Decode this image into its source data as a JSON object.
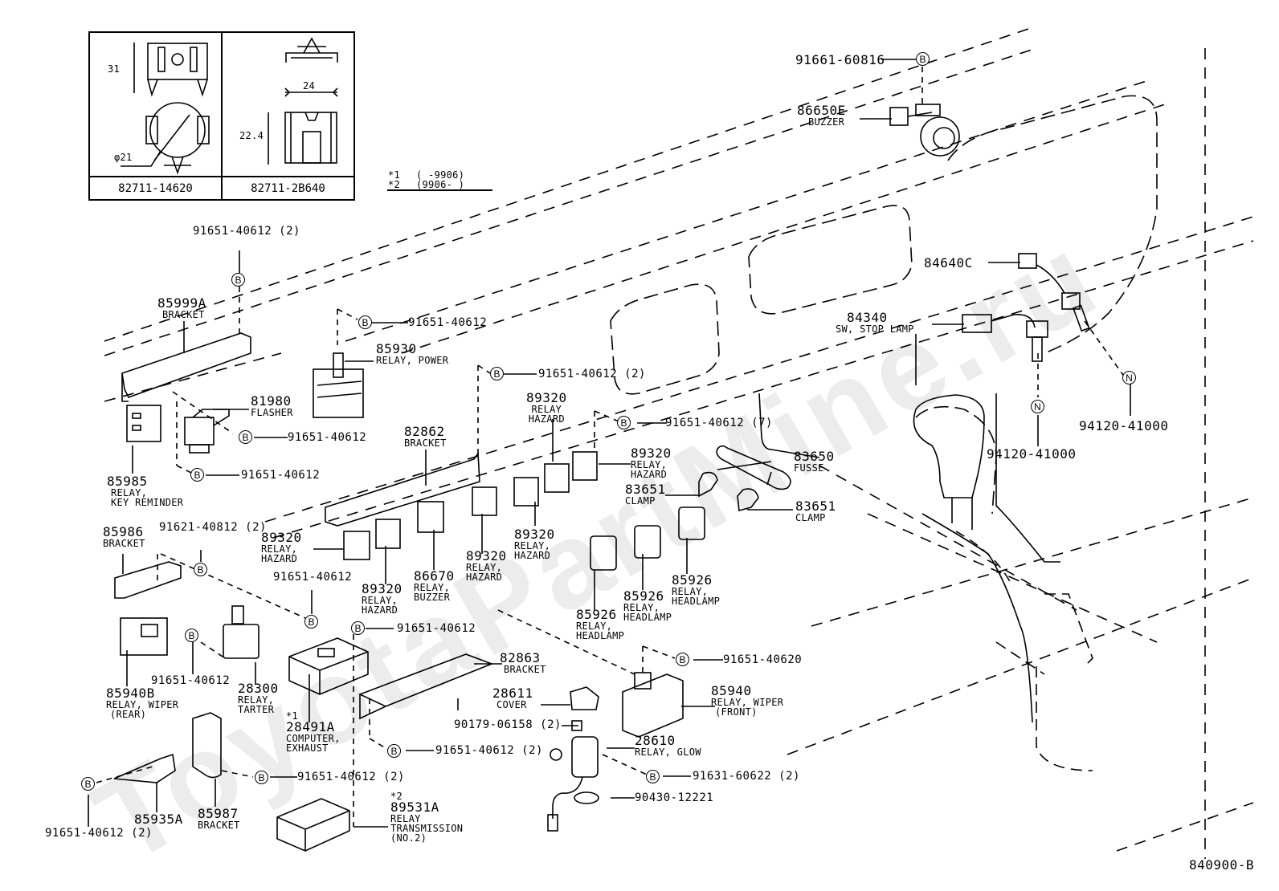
{
  "diagram": {
    "code": "840900-B",
    "watermark": "ToyotaPartMine.ru",
    "legend": [
      {
        "mark": "*1",
        "range": "(      -9906)"
      },
      {
        "mark": "*2",
        "range": "(9906-      )"
      }
    ],
    "inset": {
      "cells": [
        {
          "part": "82711-14620",
          "dims": [
            "31",
            "φ21"
          ]
        },
        {
          "part": "82711-2B640",
          "dims": [
            "24",
            "22.4"
          ]
        }
      ]
    },
    "fastener_symbols": {
      "bolt": "B",
      "nut": "N"
    },
    "parts": [
      {
        "id": "p1",
        "number": "91661-60816",
        "desc": ""
      },
      {
        "id": "p2",
        "number": "86650E",
        "desc": "BUZZER"
      },
      {
        "id": "p3",
        "number": "84640C",
        "desc": ""
      },
      {
        "id": "p4",
        "number": "84340",
        "desc": "SW, STOP LAMP"
      },
      {
        "id": "p5",
        "number": "94120-41000",
        "desc": ""
      },
      {
        "id": "p6",
        "number": "94120-41000",
        "desc": ""
      },
      {
        "id": "p7",
        "number": "91651-40612 (2)",
        "desc": ""
      },
      {
        "id": "p8",
        "number": "85999A",
        "desc": "BRACKET"
      },
      {
        "id": "p9",
        "number": "91651-40612",
        "desc": ""
      },
      {
        "id": "p10",
        "number": "85930",
        "desc": "RELAY, POWER"
      },
      {
        "id": "p11",
        "number": "91651-40612 (2)",
        "desc": ""
      },
      {
        "id": "p12",
        "number": "81980",
        "desc": "FLASHER"
      },
      {
        "id": "p13",
        "number": "91651-40612",
        "desc": ""
      },
      {
        "id": "p14",
        "number": "91651-40612",
        "desc": ""
      },
      {
        "id": "p15",
        "number": "85985",
        "desc": "RELAY,",
        "desc2": "KEY REMINDER"
      },
      {
        "id": "p16",
        "number": "82862",
        "desc": "BRACKET"
      },
      {
        "id": "p17",
        "number": "89320",
        "desc": "RELAY",
        "desc2": "HAZARD"
      },
      {
        "id": "p18",
        "number": "91651-40612 (7)",
        "desc": ""
      },
      {
        "id": "p19",
        "number": "89320",
        "desc": "RELAY,",
        "desc2": "HAZARD"
      },
      {
        "id": "p20",
        "number": "83650",
        "desc": "FUSSE"
      },
      {
        "id": "p21",
        "number": "83651",
        "desc": "CLAMP"
      },
      {
        "id": "p22",
        "number": "83651",
        "desc": "CLAMP"
      },
      {
        "id": "p23",
        "number": "85986",
        "desc": "BRACKET"
      },
      {
        "id": "p24",
        "number": "91621-40812 (2)",
        "desc": ""
      },
      {
        "id": "p25",
        "number": "89320",
        "desc": "RELAY,",
        "desc2": "HAZARD"
      },
      {
        "id": "p26",
        "number": "91651-40612",
        "desc": ""
      },
      {
        "id": "p27",
        "number": "89320",
        "desc": "RELAY,",
        "desc2": "HAZARD"
      },
      {
        "id": "p28",
        "number": "86670",
        "desc": "RELAY,",
        "desc2": "BUZZER"
      },
      {
        "id": "p29",
        "number": "89320",
        "desc": "RELAY,",
        "desc2": "HAZARD"
      },
      {
        "id": "p30",
        "number": "89320",
        "desc": "RELAY,",
        "desc2": "HAZARD"
      },
      {
        "id": "p31",
        "number": "85926",
        "desc": "RELAY,",
        "desc2": "HEADLAMP"
      },
      {
        "id": "p32",
        "number": "85926",
        "desc": "RELAY,",
        "desc2": "HEADLAMP"
      },
      {
        "id": "p33",
        "number": "85926",
        "desc": "RELAY,",
        "desc2": "HEADLAMP"
      },
      {
        "id": "p34",
        "number": "91651-40612",
        "desc": ""
      },
      {
        "id": "p35",
        "number": "91651-40612",
        "desc": ""
      },
      {
        "id": "p36",
        "number": "85940B",
        "desc": "RELAY, WIPER",
        "desc2": "(REAR)"
      },
      {
        "id": "p37",
        "number": "28300",
        "desc": "RELAY,",
        "desc2": "TARTER"
      },
      {
        "id": "p38",
        "number": "28491A",
        "mark": "*1",
        "desc": "COMPUTER,",
        "desc2": "EXHAUST"
      },
      {
        "id": "p39",
        "number": "82863",
        "desc": "BRACKET"
      },
      {
        "id": "p40",
        "number": "91651-40620",
        "desc": ""
      },
      {
        "id": "p41",
        "number": "85940",
        "desc": "RELAY, WIPER",
        "desc2": "(FRONT)"
      },
      {
        "id": "p42",
        "number": "28611",
        "desc": "COVER"
      },
      {
        "id": "p43",
        "number": "90179-06158 (2)",
        "desc": ""
      },
      {
        "id": "p44",
        "number": "28610",
        "desc": "RELAY, GLOW"
      },
      {
        "id": "p45",
        "number": "91651-40612 (2)",
        "desc": ""
      },
      {
        "id": "p46",
        "number": "91631-60622 (2)",
        "desc": ""
      },
      {
        "id": "p47",
        "number": "90430-12221",
        "desc": ""
      },
      {
        "id": "p48",
        "number": "91651-40612 (2)",
        "desc": ""
      },
      {
        "id": "p49",
        "number": "85935A",
        "desc": ""
      },
      {
        "id": "p50",
        "number": "85987",
        "desc": "BRACKET"
      },
      {
        "id": "p51",
        "number": "91651-40612 (2)",
        "desc": ""
      },
      {
        "id": "p52",
        "number": "89531A",
        "mark": "*2",
        "desc": "RELAY",
        "desc2": "TRANSMISSION",
        "desc3": "(NO.2)"
      }
    ]
  }
}
